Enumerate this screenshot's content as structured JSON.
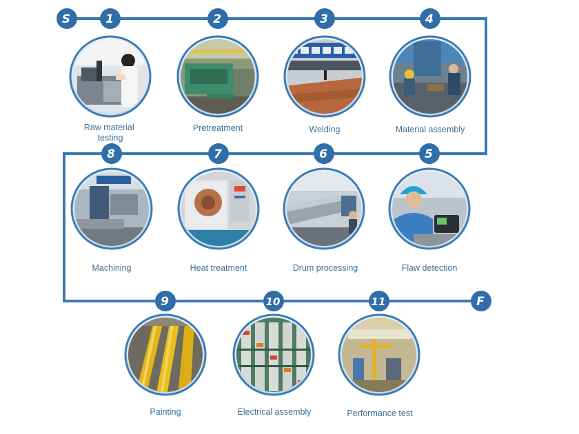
{
  "start_marker": "S",
  "finish_marker": "F",
  "colors": {
    "line": "#3b78b4",
    "badge": "#2f6ea9",
    "circle_border": "#3b7cb6",
    "label": "#3a6f9a"
  },
  "steps": [
    {
      "number": "1",
      "label": "Raw material testing",
      "label_lines": [
        "Raw material",
        "testing"
      ],
      "photo": "lab-microscope-photo"
    },
    {
      "number": "2",
      "label": "Pretreatment",
      "label_lines": [
        "Pretreatment"
      ],
      "photo": "shot-blasting-line-photo"
    },
    {
      "number": "3",
      "label": "Welding",
      "label_lines": [
        "Welding"
      ],
      "photo": "plate-cutting-welding-photo"
    },
    {
      "number": "4",
      "label": "Material assembly",
      "label_lines": [
        "Material assembly"
      ],
      "photo": "workers-assembling-photo"
    },
    {
      "number": "5",
      "label": "Flaw detection",
      "label_lines": [
        "Flaw detection"
      ],
      "photo": "ultrasonic-inspector-photo"
    },
    {
      "number": "6",
      "label": "Drum processing",
      "label_lines": [
        "Drum processing"
      ],
      "photo": "drum-lathe-photo"
    },
    {
      "number": "7",
      "label": "Heat treatment",
      "label_lines": [
        "Heat treatment"
      ],
      "photo": "heat-treatment-machine-photo"
    },
    {
      "number": "8",
      "label": "Machining",
      "label_lines": [
        "Machining"
      ],
      "photo": "machining-center-photo"
    },
    {
      "number": "9",
      "label": "Painting",
      "label_lines": [
        "Painting"
      ],
      "photo": "yellow-girders-photo"
    },
    {
      "number": "10",
      "label": "Electrical assembly",
      "label_lines": [
        "Electrical assembly"
      ],
      "photo": "control-cabinet-wiring-photo"
    },
    {
      "number": "11",
      "label": "Performance test",
      "label_lines": [
        "Performance test"
      ],
      "photo": "test-workshop-photo"
    }
  ]
}
